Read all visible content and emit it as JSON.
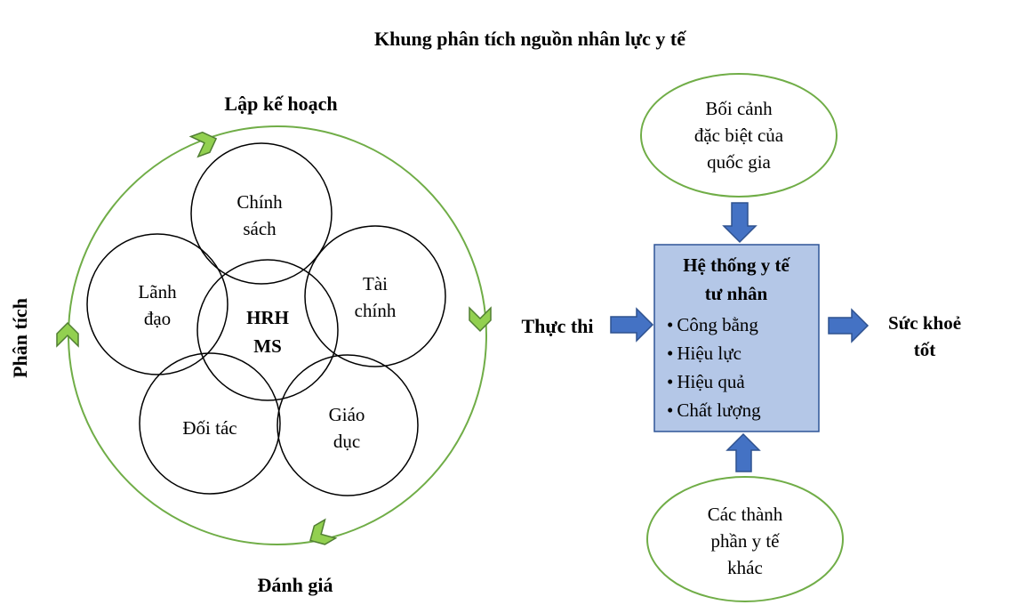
{
  "title": "Khung phân tích nguồn nhân lực y tế",
  "cycle": {
    "top": "Lập kế hoạch",
    "left": "Phân tích",
    "bottom": "Đánh giá",
    "right": "Thực thi"
  },
  "circles": {
    "policy": [
      "Chính",
      "sách"
    ],
    "finance": [
      "Tài",
      "chính"
    ],
    "leadership": [
      "Lãnh",
      "đạo"
    ],
    "center": [
      "HRH",
      "MS"
    ],
    "partners": [
      "Đối tác"
    ],
    "education": [
      "Giáo",
      "dục"
    ]
  },
  "context_top": [
    "Bối cảnh",
    "đặc biệt của",
    "quốc gia"
  ],
  "context_bottom": [
    "Các thành",
    "phần y tế",
    "khác"
  ],
  "system": {
    "title_lines": [
      "Hệ thống y tế",
      "tư nhân"
    ],
    "bullets": [
      "Công bằng",
      "Hiệu lực",
      "Hiệu quả",
      "Chất lượng"
    ]
  },
  "outcome": [
    "Sức khoẻ",
    "tốt"
  ],
  "colors": {
    "green_line": "#70AD47",
    "chevron_fill": "#92D050",
    "chevron_stroke": "#507E32",
    "arrow_fill": "#4472C4",
    "arrow_stroke": "#2F528F",
    "box_fill": "#B4C7E7",
    "box_stroke": "#2F5597"
  }
}
